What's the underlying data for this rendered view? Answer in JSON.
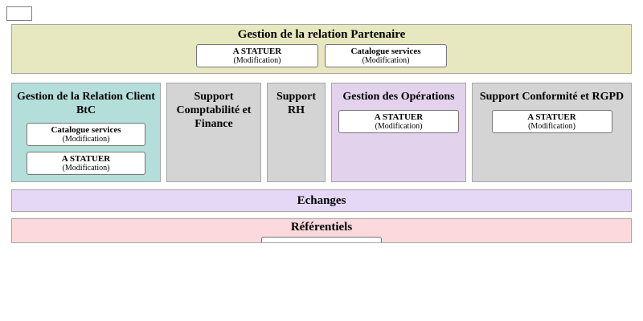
{
  "colors": {
    "partner_band": "#e8e8c0",
    "client_btc_block": "#b4ded9",
    "support_blocks": "#d4d4d4",
    "operations_block": "#e2d2ec",
    "echanges_band": "#e5d8f7",
    "referentiels_band": "#fbd9dc",
    "button_background": "#ffffff",
    "text": "#000000"
  },
  "partner_band": {
    "title": "Gestion de la relation Partenaire",
    "buttons": [
      {
        "label": "A STATUER",
        "sublabel": "(Modification)"
      },
      {
        "label": "Catalogue services",
        "sublabel": "(Modification)"
      }
    ]
  },
  "blocks": [
    {
      "title": "Gestion de la Relation Client BtC",
      "buttons": [
        {
          "label": "Catalogue services",
          "sublabel": "(Modification)"
        },
        {
          "label": "A STATUER",
          "sublabel": "(Modification)"
        }
      ]
    },
    {
      "title": "Support Comptabilité et Finance",
      "buttons": []
    },
    {
      "title": "Support RH",
      "buttons": []
    },
    {
      "title": "Gestion des Opérations",
      "buttons": [
        {
          "label": "A STATUER",
          "sublabel": "(Modification)"
        }
      ]
    },
    {
      "title": "Support Conformité et RGPD",
      "buttons": [
        {
          "label": "A STATUER",
          "sublabel": "(Modification)"
        }
      ]
    }
  ],
  "echanges_band": {
    "title": "Echanges"
  },
  "referentiels_band": {
    "title": "Référentiels"
  }
}
